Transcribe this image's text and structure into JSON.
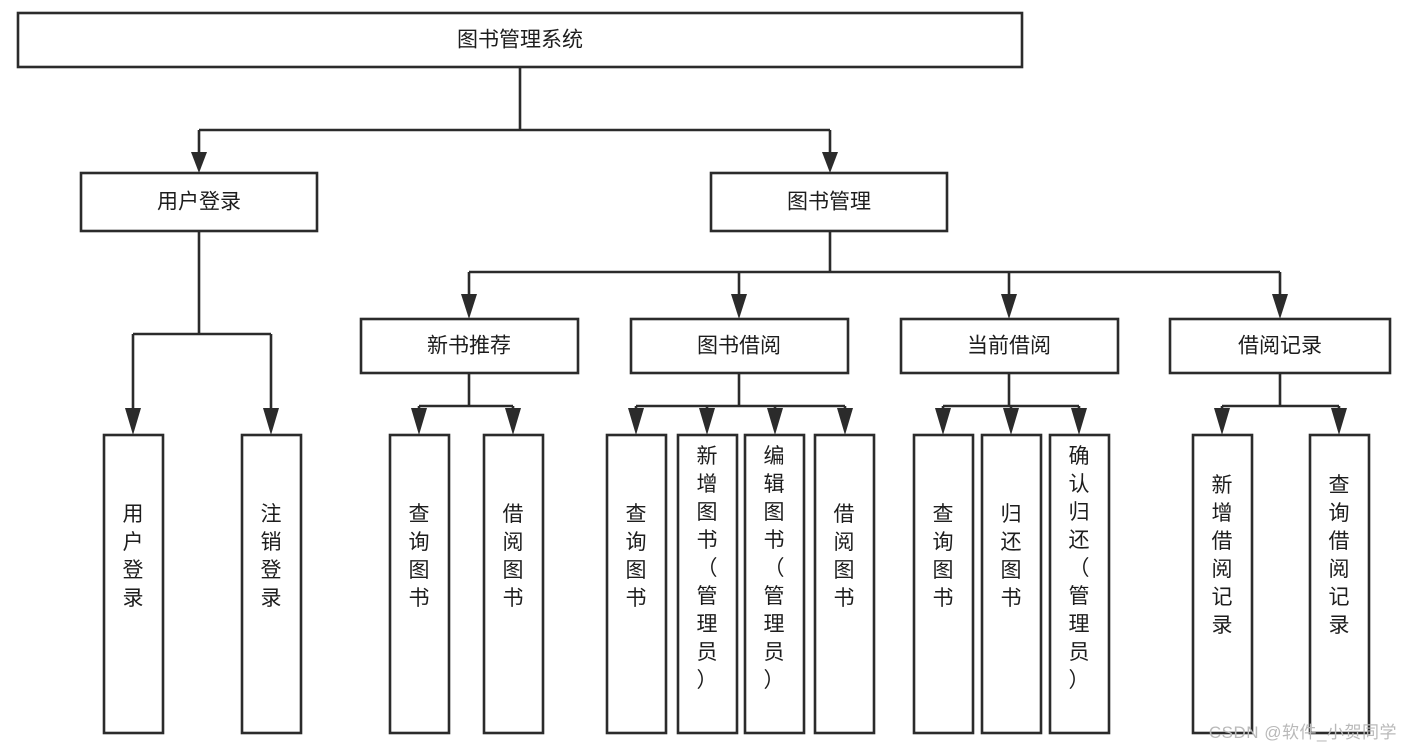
{
  "diagram": {
    "type": "tree-hierarchy-chart",
    "title": "图书管理系统",
    "watermark": "CSDN @软件_小贺同学",
    "levels": [
      {
        "level": 1,
        "nodes": [
          {
            "id": "root",
            "label": "图书管理系统",
            "orientation": "horizontal"
          }
        ]
      },
      {
        "level": 2,
        "nodes": [
          {
            "id": "user-login",
            "label": "用户登录",
            "orientation": "horizontal",
            "parent": "root"
          },
          {
            "id": "book-manage",
            "label": "图书管理",
            "orientation": "horizontal",
            "parent": "root"
          }
        ]
      },
      {
        "level": 3,
        "nodes": [
          {
            "id": "new-book-recommend",
            "label": "新书推荐",
            "orientation": "horizontal",
            "parent": "book-manage"
          },
          {
            "id": "book-borrow",
            "label": "图书借阅",
            "orientation": "horizontal",
            "parent": "book-manage"
          },
          {
            "id": "current-borrow",
            "label": "当前借阅",
            "orientation": "horizontal",
            "parent": "book-manage"
          },
          {
            "id": "borrow-record",
            "label": "借阅记录",
            "orientation": "horizontal",
            "parent": "book-manage"
          }
        ]
      },
      {
        "level": 4,
        "nodes": [
          {
            "id": "leaf-user-login",
            "label": "用户登录",
            "orientation": "vertical",
            "parent": "user-login"
          },
          {
            "id": "leaf-logout-login",
            "label": "注销登录",
            "orientation": "vertical",
            "parent": "user-login"
          },
          {
            "id": "leaf-query-book-1",
            "label": "查询图书",
            "orientation": "vertical",
            "parent": "new-book-recommend"
          },
          {
            "id": "leaf-borrow-book-1",
            "label": "借阅图书",
            "orientation": "vertical",
            "parent": "new-book-recommend"
          },
          {
            "id": "leaf-query-book-2",
            "label": "查询图书",
            "orientation": "vertical",
            "parent": "book-borrow"
          },
          {
            "id": "leaf-add-book-admin",
            "label": "新增图书（管理员）",
            "orientation": "vertical",
            "parent": "book-borrow"
          },
          {
            "id": "leaf-edit-book-admin",
            "label": "编辑图书（管理员）",
            "orientation": "vertical",
            "parent": "book-borrow"
          },
          {
            "id": "leaf-borrow-book-2",
            "label": "借阅图书",
            "orientation": "vertical",
            "parent": "book-borrow"
          },
          {
            "id": "leaf-query-book-3",
            "label": "查询图书",
            "orientation": "vertical",
            "parent": "current-borrow"
          },
          {
            "id": "leaf-return-book",
            "label": "归还图书",
            "orientation": "vertical",
            "parent": "current-borrow"
          },
          {
            "id": "leaf-confirm-return-admin",
            "label": "确认归还（管理员）",
            "orientation": "vertical",
            "parent": "current-borrow"
          },
          {
            "id": "leaf-add-borrow-record",
            "label": "新增借阅记录",
            "orientation": "vertical",
            "parent": "borrow-record"
          },
          {
            "id": "leaf-query-borrow-record",
            "label": "查询借阅记录",
            "orientation": "vertical",
            "parent": "borrow-record"
          }
        ]
      }
    ],
    "colors": {
      "box_stroke": "#2b2b2b",
      "box_fill": "#ffffff",
      "text": "#1d1d1d",
      "background": "#ffffff",
      "watermark": "#b9b9b9"
    }
  }
}
